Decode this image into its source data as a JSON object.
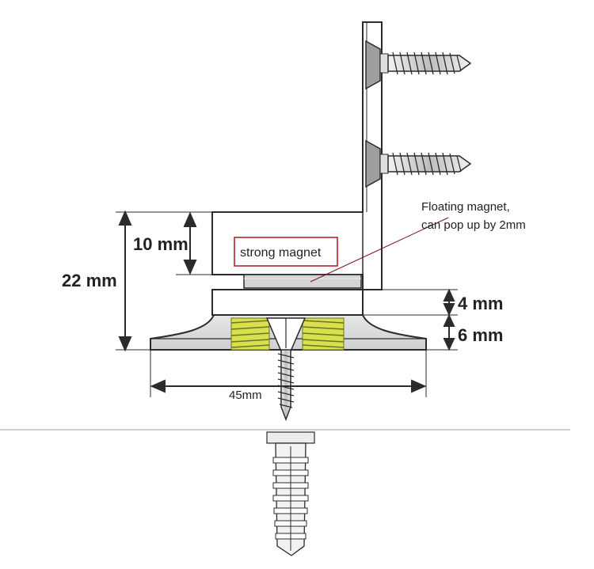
{
  "labels": {
    "dim_10": "10 mm",
    "dim_22": "22 mm",
    "dim_4": "4 mm",
    "dim_6": "6 mm",
    "dim_45": "45mm",
    "magnet": "strong magnet",
    "note_line1": "Floating magnet,",
    "note_line2": "can pop up by 2mm"
  },
  "colors": {
    "line": "#2b2b2b",
    "fill_grey": "#d9d9d9",
    "fill_dark": "#9e9e9e",
    "yellow": "#d8e050",
    "magnet_box": "#b01818",
    "leader": "#7a1020",
    "floor_line": "#bdbdbd"
  }
}
